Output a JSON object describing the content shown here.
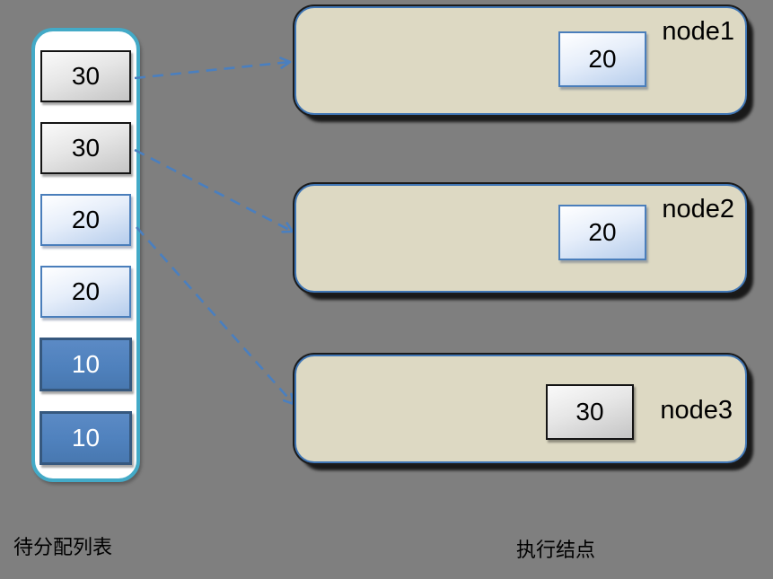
{
  "canvas": {
    "background_color": "#7f7f7f"
  },
  "colors": {
    "teal_panel_border": "#43aac7",
    "node_fill": "#ddd9c3",
    "node_border_blue": "#4076b5",
    "accent_blue": "#4a7ebb",
    "solid_blue_fill": "#4f81bd",
    "arrow_blue": "#4a7fbf"
  },
  "pending_list": {
    "caption": "待分配列表",
    "items": [
      {
        "value": "30",
        "style": "gray"
      },
      {
        "value": "30",
        "style": "gray"
      },
      {
        "value": "20",
        "style": "light-blue"
      },
      {
        "value": "20",
        "style": "light-blue"
      },
      {
        "value": "10",
        "style": "solid-blue"
      },
      {
        "value": "10",
        "style": "solid-blue"
      }
    ]
  },
  "execution_nodes": {
    "caption": "执行结点",
    "items": [
      {
        "name": "node1",
        "task_value": "20",
        "task_style": "light-blue"
      },
      {
        "name": "node2",
        "task_value": "20",
        "task_style": "light-blue"
      },
      {
        "name": "node3",
        "task_value": "30",
        "task_style": "gray"
      }
    ]
  },
  "assignments": [
    {
      "from_value": "30",
      "from_item_index": 0,
      "to_node": "node1"
    },
    {
      "from_value": "30",
      "from_item_index": 1,
      "to_node": "node2"
    },
    {
      "from_value": "20",
      "from_item_index": 2,
      "to_node": "node3"
    }
  ]
}
